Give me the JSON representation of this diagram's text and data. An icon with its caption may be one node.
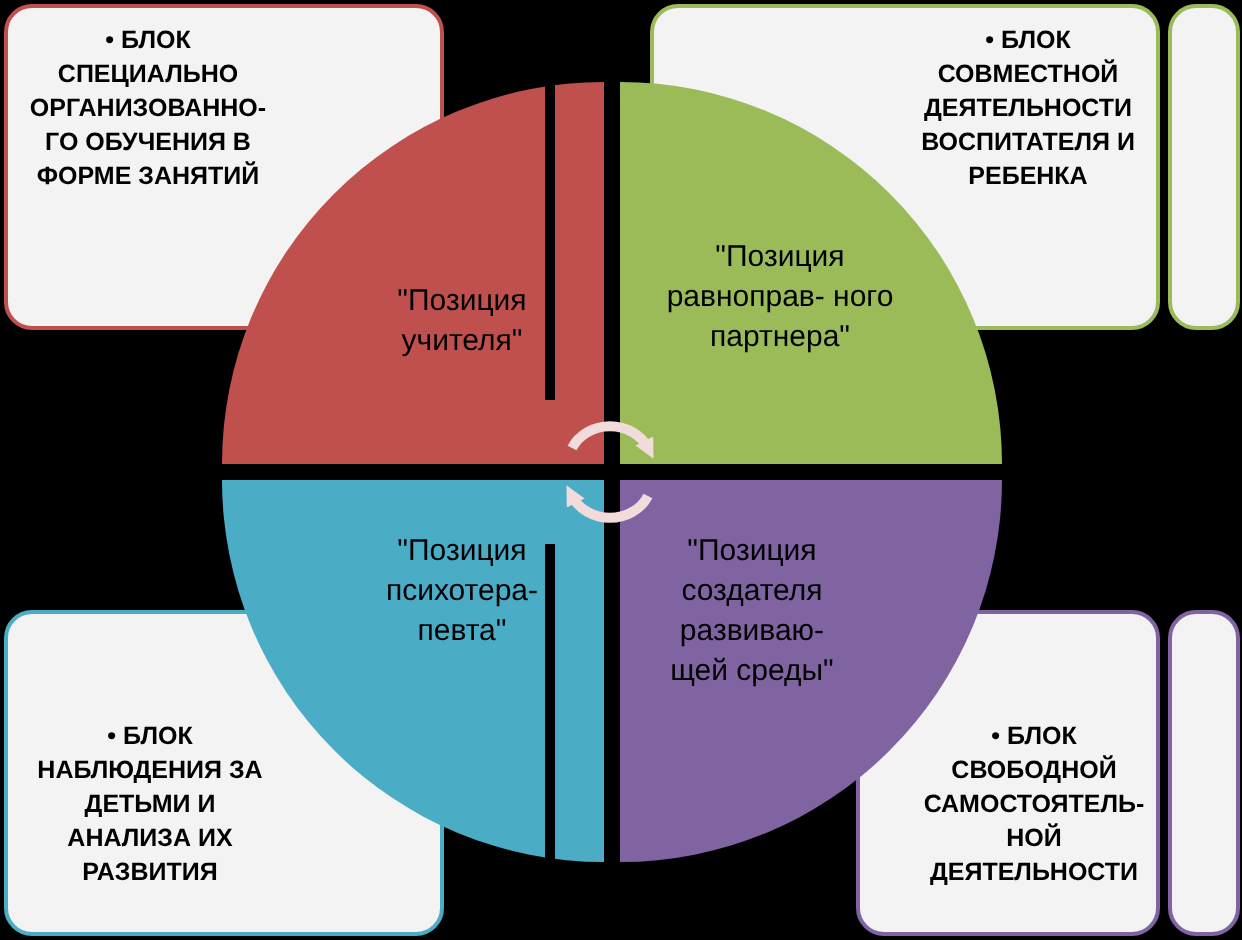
{
  "diagram": {
    "nodes": [
      {
        "text": [
          "• БЛОК СПЕЦИАЛЬНО ОРГАНИЗОВАННО- ГО ОБУЧЕНИЯ В ФОРМЕ ЗАНЯТИЙ"
        ]
      },
      {
        "text": [
          "• БЛОК СОВМЕСТНОЙ ДЕЯТЕЛЬНОСТИ ВОСПИТАТЕЛЯ И РЕБЕНКА"
        ]
      },
      {
        "text": [],
        "shape": "box"
      },
      {
        "text": [
          "\"Позиция учителя\""
        ]
      },
      {
        "text": [
          "\"Позиция равноправ- ного партнера\""
        ]
      },
      {
        "text": [
          "\"Позиция психотера- певта\""
        ]
      },
      {
        "text": [
          "\"Позиция создателя развиваю- щей среды\""
        ]
      },
      {
        "text": [
          "• БЛОК НАБЛЮДЕНИЯ ЗА ДЕТЬМИ И АНАЛИЗА ИХ РАЗВИТИЯ"
        ]
      },
      {
        "text": [
          "• БЛОК СВОБОДНОЙ САМОСТОЯТЕЛЬ- НОЙ ДЕЯТЕЛЬНОСТИ"
        ]
      },
      {
        "text": [],
        "shape": "box"
      }
    ],
    "edges": [
      {
        "from": 3,
        "to": 4,
        "arrow": "to"
      },
      {
        "from": 6,
        "to": 5,
        "arrow": "to"
      }
    ]
  }
}
